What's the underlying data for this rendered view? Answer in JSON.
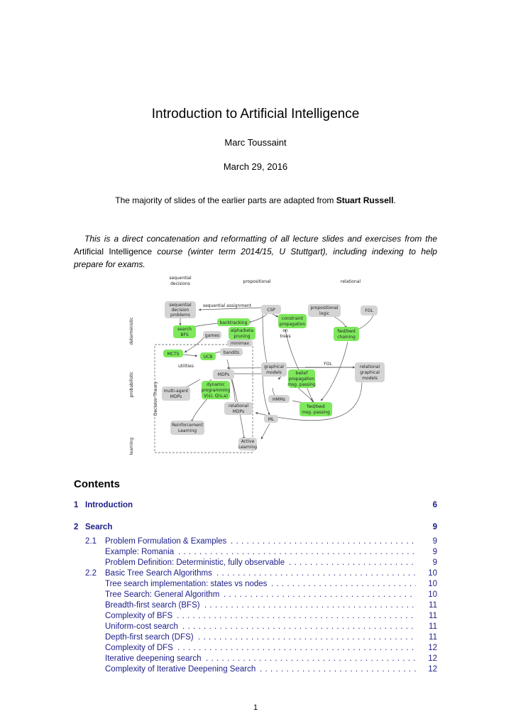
{
  "title": "Introduction to Artificial Intelligence",
  "author": "Marc Toussaint",
  "date": "March 29, 2016",
  "adapted": {
    "prefix": "The majority of slides of the earlier parts are adapted from ",
    "name": "Stuart Russell",
    "suffix": "."
  },
  "abstract": {
    "part1": "This is a direct concatenation and reformatting of all lecture slides and exercises from the ",
    "course": "Artificial Intelligence",
    "part2": " course (winter term 2014/15, U Stuttgart), including indexing to help prepare for exams."
  },
  "diagram": {
    "columns": {
      "sequential": [
        "sequential",
        "decisions"
      ],
      "propositional": "propositional",
      "relational": "relational"
    },
    "rows": {
      "deterministic": "deterministic",
      "probabilistic": "probabilistic",
      "learning": "learning"
    },
    "decision_theory": "Decision Theory",
    "nodes": {
      "seq_decision": [
        "sequential",
        "decision",
        "problems"
      ],
      "csp": "CSP",
      "prop_logic": [
        "propositional",
        "logic"
      ],
      "fol": "FOL",
      "backtracking": "backtracking",
      "constraint_prop": [
        "constraint",
        "propagation"
      ],
      "search_bfs": [
        "search",
        "BFS"
      ],
      "alphabeta": [
        "alpha/beta",
        "pruning"
      ],
      "games": "games",
      "minimax": "minimax",
      "on_trees": [
        "on",
        "trees"
      ],
      "fwd_bwd_chain": [
        "fwd/bwd",
        "chaining"
      ],
      "mcts": "MCTS",
      "bandits": "bandits",
      "ucb": "UCB",
      "utilities": "utilities",
      "fol2": "FOL",
      "graphical_models": [
        "graphical",
        "models"
      ],
      "mdps": "MDPs",
      "belief_prop": [
        "belief",
        "propagation",
        "msg. passing"
      ],
      "rel_graphical": [
        "relational",
        "graphical",
        "models"
      ],
      "dyn_prog": [
        "dynamic",
        "programming",
        "V(s), Q(s,a)"
      ],
      "multi_agent": [
        "multi-agent",
        "MDPs"
      ],
      "hmms": "HMMs",
      "rel_mdps": [
        "relational",
        "MDPs"
      ],
      "fwd_bwd_msg": [
        "fwd/bwd",
        "msg. passing"
      ],
      "ml": "ML",
      "reinforcement": [
        "Reinforcement",
        "Learning"
      ],
      "active": [
        "Active",
        "Learning"
      ]
    },
    "edge_label": "sequential assignment"
  },
  "contents_title": "Contents",
  "toc": [
    {
      "level": "sec",
      "num": "1",
      "label": "Introduction",
      "page": "6"
    },
    {
      "level": "sec",
      "num": "2",
      "label": "Search",
      "page": "9"
    },
    {
      "level": "sub",
      "num": "2.1",
      "label": "Problem Formulation & Examples",
      "page": "9"
    },
    {
      "level": "sub2",
      "num": "",
      "label": "Example: Romania",
      "page": "9"
    },
    {
      "level": "sub2",
      "num": "",
      "label": "Problem Definition: Deterministic, fully observable",
      "page": "9"
    },
    {
      "level": "sub",
      "num": "2.2",
      "label": "Basic Tree Search Algorithms",
      "page": "10"
    },
    {
      "level": "sub2",
      "num": "",
      "label": "Tree search implementation: states vs nodes",
      "page": "10"
    },
    {
      "level": "sub2",
      "num": "",
      "label": "Tree Search: General Algorithm",
      "page": "10"
    },
    {
      "level": "sub2",
      "num": "",
      "label": "Breadth-first search (BFS)",
      "page": "11"
    },
    {
      "level": "sub2",
      "num": "",
      "label": "Complexity of BFS",
      "page": "11"
    },
    {
      "level": "sub2",
      "num": "",
      "label": "Uniform-cost search",
      "page": "11"
    },
    {
      "level": "sub2",
      "num": "",
      "label": "Depth-first search (DFS)",
      "page": "11"
    },
    {
      "level": "sub2",
      "num": "",
      "label": "Complexity of DFS",
      "page": "12"
    },
    {
      "level": "sub2",
      "num": "",
      "label": "Iterative deepening search",
      "page": "12"
    },
    {
      "level": "sub2",
      "num": "",
      "label": "Complexity of Iterative Deepening Search",
      "page": "12"
    }
  ],
  "page_number": "1"
}
